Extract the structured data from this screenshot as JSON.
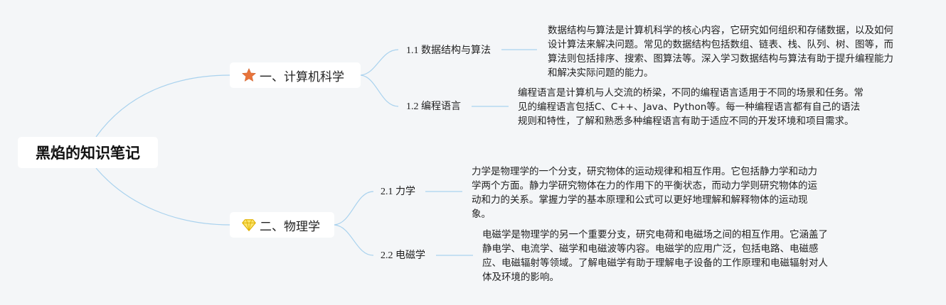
{
  "mindmap": {
    "root": "黑焰的知识笔记",
    "colors": {
      "background": "#f4f6f8",
      "connector": "#a9d2ee",
      "node_fill": "#ffffff",
      "star_icon": "#e8743b",
      "diamond_icon": "#f5c518"
    },
    "branches": [
      {
        "label": "一、计算机科学",
        "icon": "star-icon",
        "children": [
          {
            "label": "1.1 数据结构与算法",
            "description": "数据结构与算法是计算机科学的核心内容，它研究如何组织和存储数据，以及如何设计算法来解决问题。常见的数据结构包括数组、链表、栈、队列、树、图等，而算法则包括排序、搜索、图算法等。深入学习数据结构与算法有助于提升编程能力和解决实际问题的能力。"
          },
          {
            "label": "1.2 编程语言",
            "description": "编程语言是计算机与人交流的桥梁，不同的编程语言适用于不同的场景和任务。常见的编程语言包括C、C++、Java、Python等。每一种编程语言都有自己的语法规则和特性，了解和熟悉多种编程语言有助于适应不同的开发环境和项目需求。"
          }
        ]
      },
      {
        "label": "二、物理学",
        "icon": "diamond-icon",
        "children": [
          {
            "label": "2.1 力学",
            "description": "力学是物理学的一个分支，研究物体的运动规律和相互作用。它包括静力学和动力学两个方面。静力学研究物体在力的作用下的平衡状态，而动力学则研究物体的运动和力的关系。掌握力学的基本原理和公式可以更好地理解和解释物体的运动现象。"
          },
          {
            "label": "2.2 电磁学",
            "description": "电磁学是物理学的另一个重要分支，研究电荷和电磁场之间的相互作用。它涵盖了静电学、电流学、磁学和电磁波等内容。电磁学的应用广泛，包括电路、电磁感应、电磁辐射等领域。了解电磁学有助于理解电子设备的工作原理和电磁辐射对人体及环境的影响。"
          }
        ]
      }
    ]
  }
}
